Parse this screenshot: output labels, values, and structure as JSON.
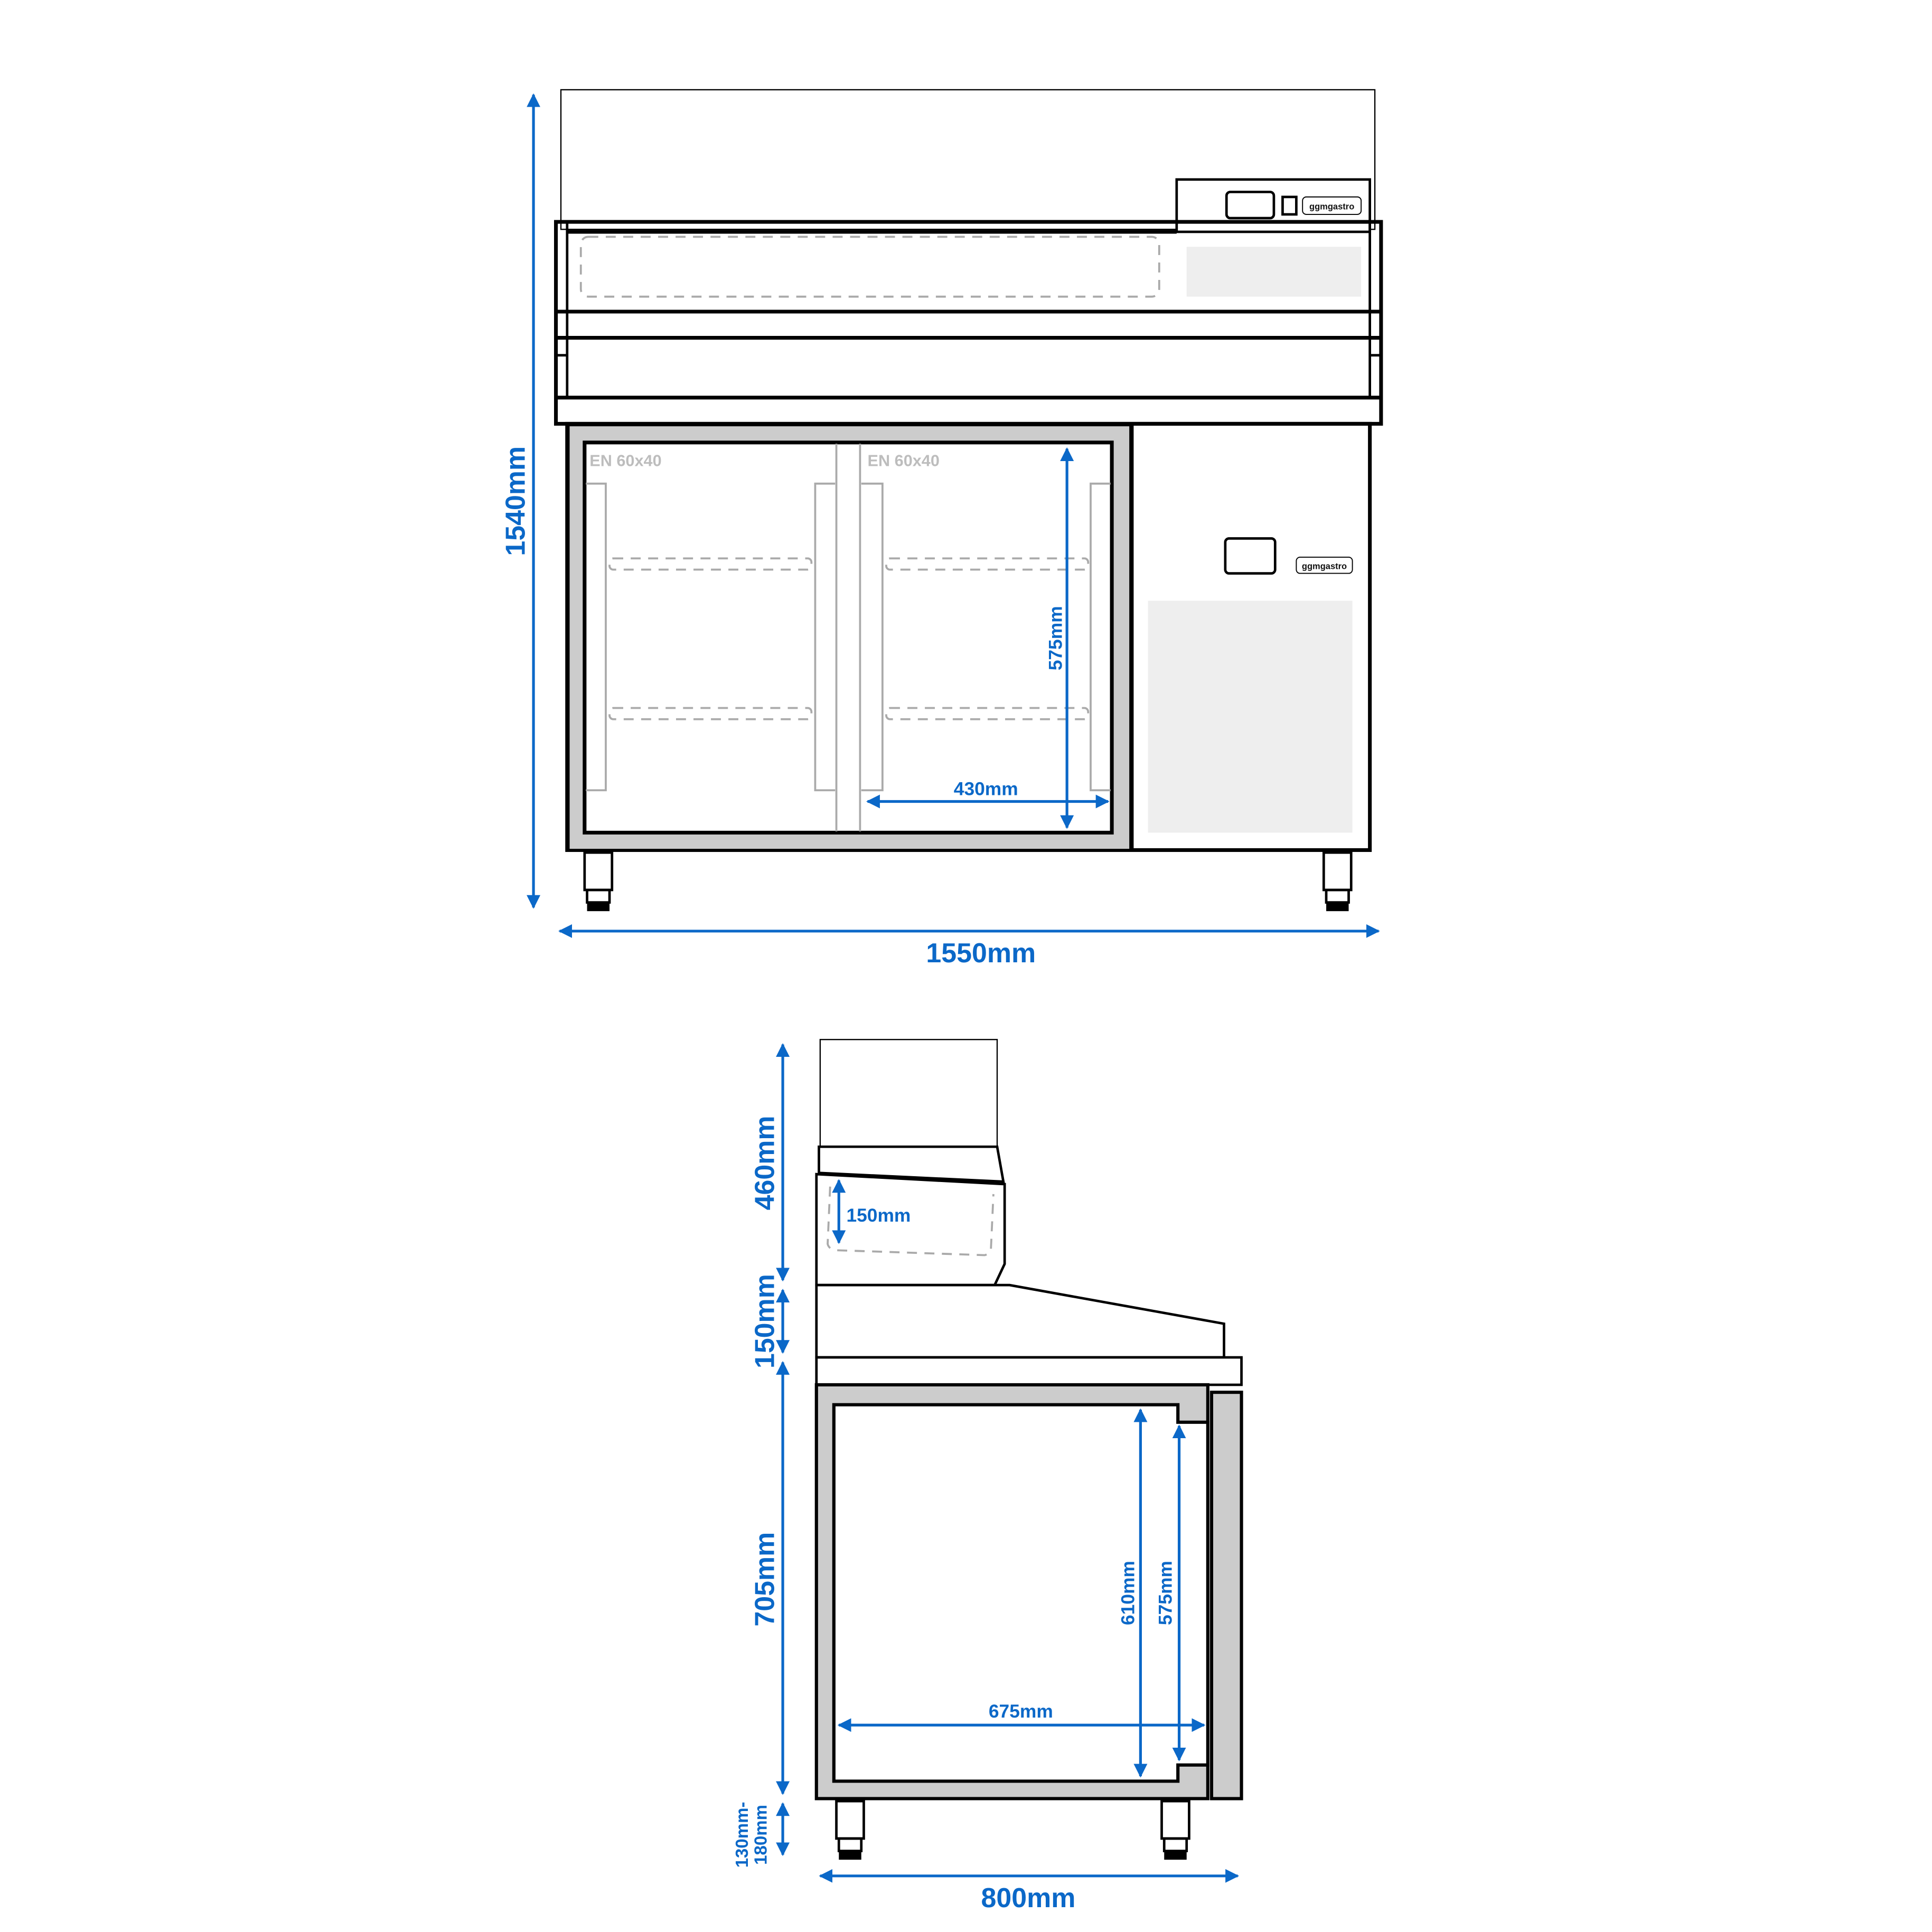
{
  "drawing": {
    "type": "technical dimension drawing",
    "colors": {
      "dimension_blue": "#0b68c8",
      "frame_gray": "#cccccc",
      "panel_light_gray": "#eeeeee",
      "guide_gray": "#aaaaaa",
      "outline": "#000000"
    }
  },
  "front_view": {
    "brand_label_top": "ggmgastro",
    "brand_label_side": "ggmgastro",
    "tray_labels": [
      "EN 60x40",
      "EN 60x40"
    ],
    "dimensions": {
      "total_height": "1540mm",
      "total_width": "1550mm",
      "inner_height": "575mm",
      "inner_width": "430mm"
    }
  },
  "side_view": {
    "dimensions": {
      "top_section_height": "460mm",
      "gn_container_depth": "150mm",
      "middle_section_height": "150mm",
      "body_height": "705mm",
      "leg_height": "130mm-\n180mm",
      "leg_height_line1": "130mm-",
      "leg_height_line2": "180mm",
      "inner_height_1": "610mm",
      "inner_height_2": "575mm",
      "inner_depth": "675mm",
      "total_depth": "800mm"
    }
  }
}
